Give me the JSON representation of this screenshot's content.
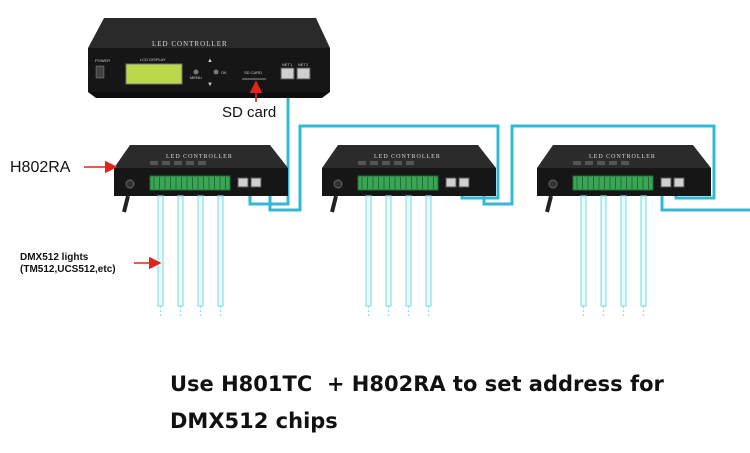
{
  "labels": {
    "sd_card": "SD card",
    "h802ra": "H802RA",
    "dmx_title": "DMX512 lights",
    "dmx_sub": "(TM512,UCS512,etc)"
  },
  "h801tc": {
    "brand": "LED CONTROLLER",
    "power": "POWER",
    "lcd": "LCD DISPLAY",
    "menu": "MENU",
    "ok": "OK",
    "sd_slot": "SD CARD",
    "net1": "NET1",
    "net2": "NET2"
  },
  "h802ra_units": [
    {
      "brand": "LED CONTROLLER"
    },
    {
      "brand": "LED CONTROLLER"
    },
    {
      "brand": "LED CONTROLLER"
    }
  ],
  "caption": {
    "line1": "Use H801TC  + H802RA to set address for",
    "line2": "DMX512 chips"
  },
  "colors": {
    "cable": "#33b8d6",
    "strip": "#8ee0e6",
    "arrow": "#e2231a",
    "device": "#1c1c1c",
    "terminal": "#3aa655",
    "lcd": "#b9d94a"
  }
}
